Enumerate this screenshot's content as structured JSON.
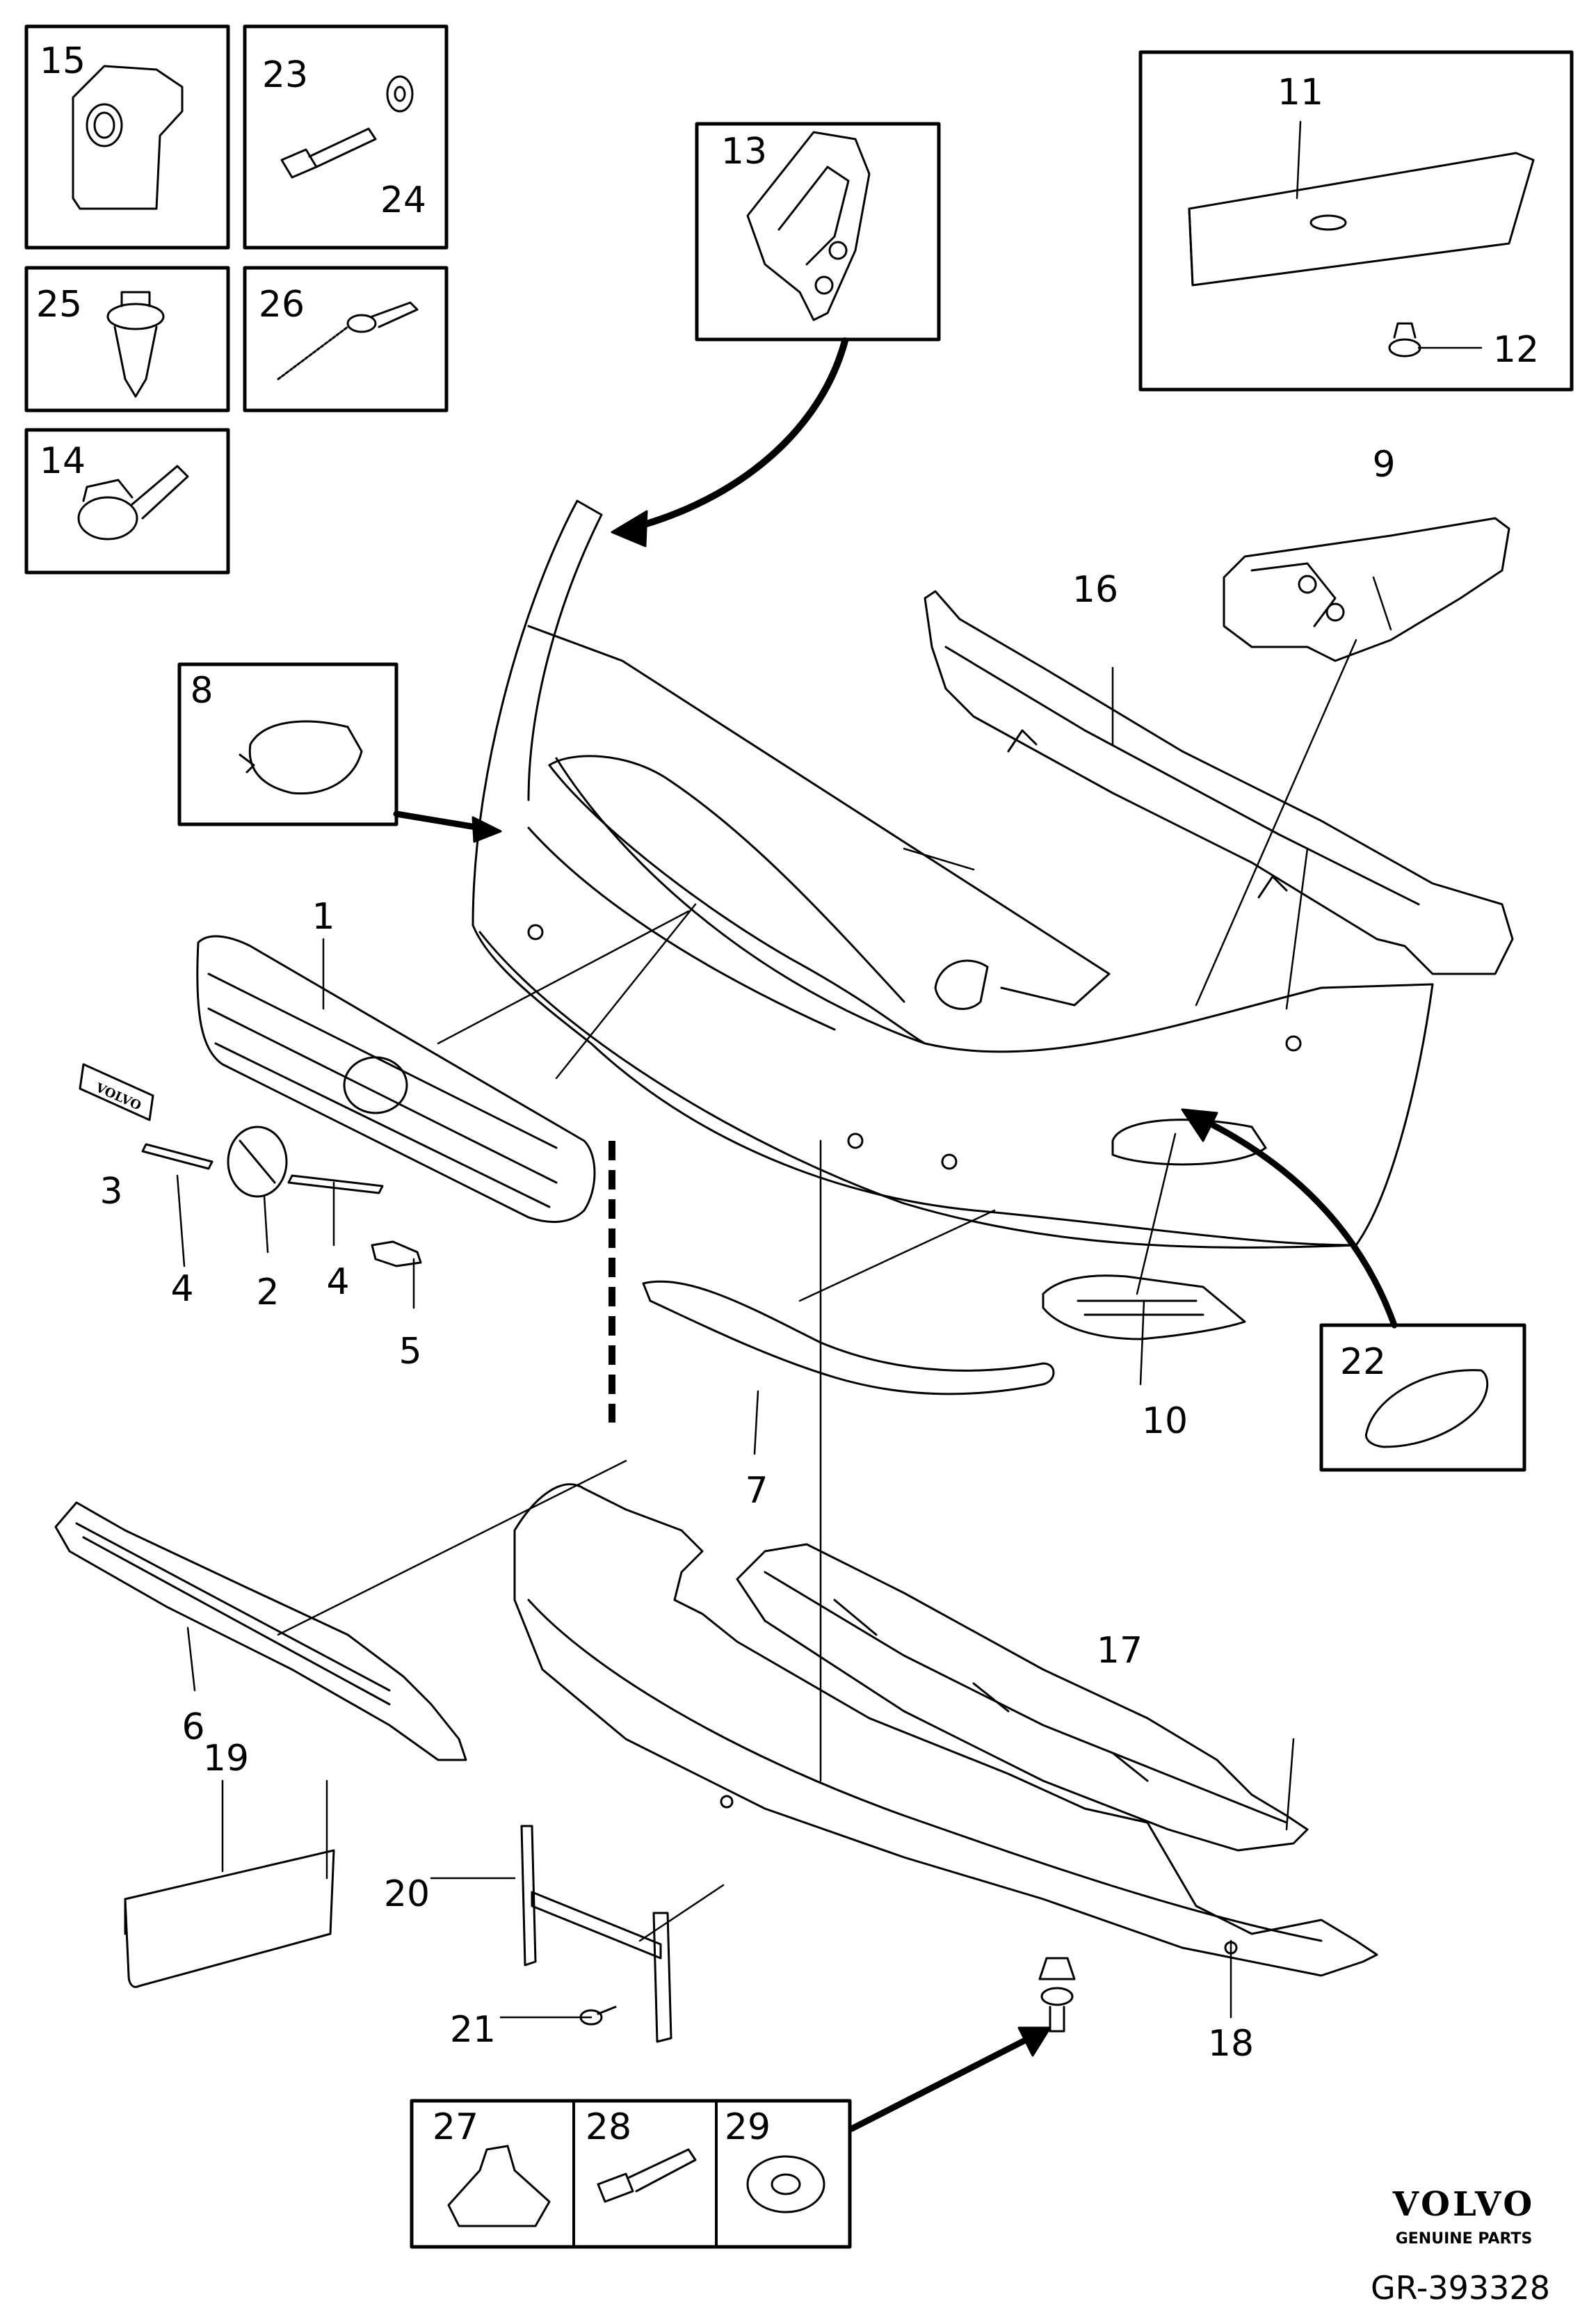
{
  "labels": {
    "p1": "1",
    "p2": "2",
    "p3": "3",
    "p4a": "4",
    "p4b": "4",
    "p5": "5",
    "p6": "6",
    "p7": "7",
    "p8": "8",
    "p9": "9",
    "p10": "10",
    "p11": "11",
    "p12": "12",
    "p13": "13",
    "p14": "14",
    "p15": "15",
    "p16": "16",
    "p17": "17",
    "p18": "18",
    "p19": "19",
    "p20": "20",
    "p21": "21",
    "p22": "22",
    "p23": "23",
    "p24": "24",
    "p25": "25",
    "p26": "26",
    "p27": "27",
    "p28": "28",
    "p29": "29"
  },
  "emblem_text": "VOLVO",
  "brand": {
    "name": "VOLVO",
    "sub": "GENUINE PARTS",
    "ref": "GR-393328"
  },
  "colors": {
    "ink": "#000000",
    "paper": "#ffffff"
  }
}
